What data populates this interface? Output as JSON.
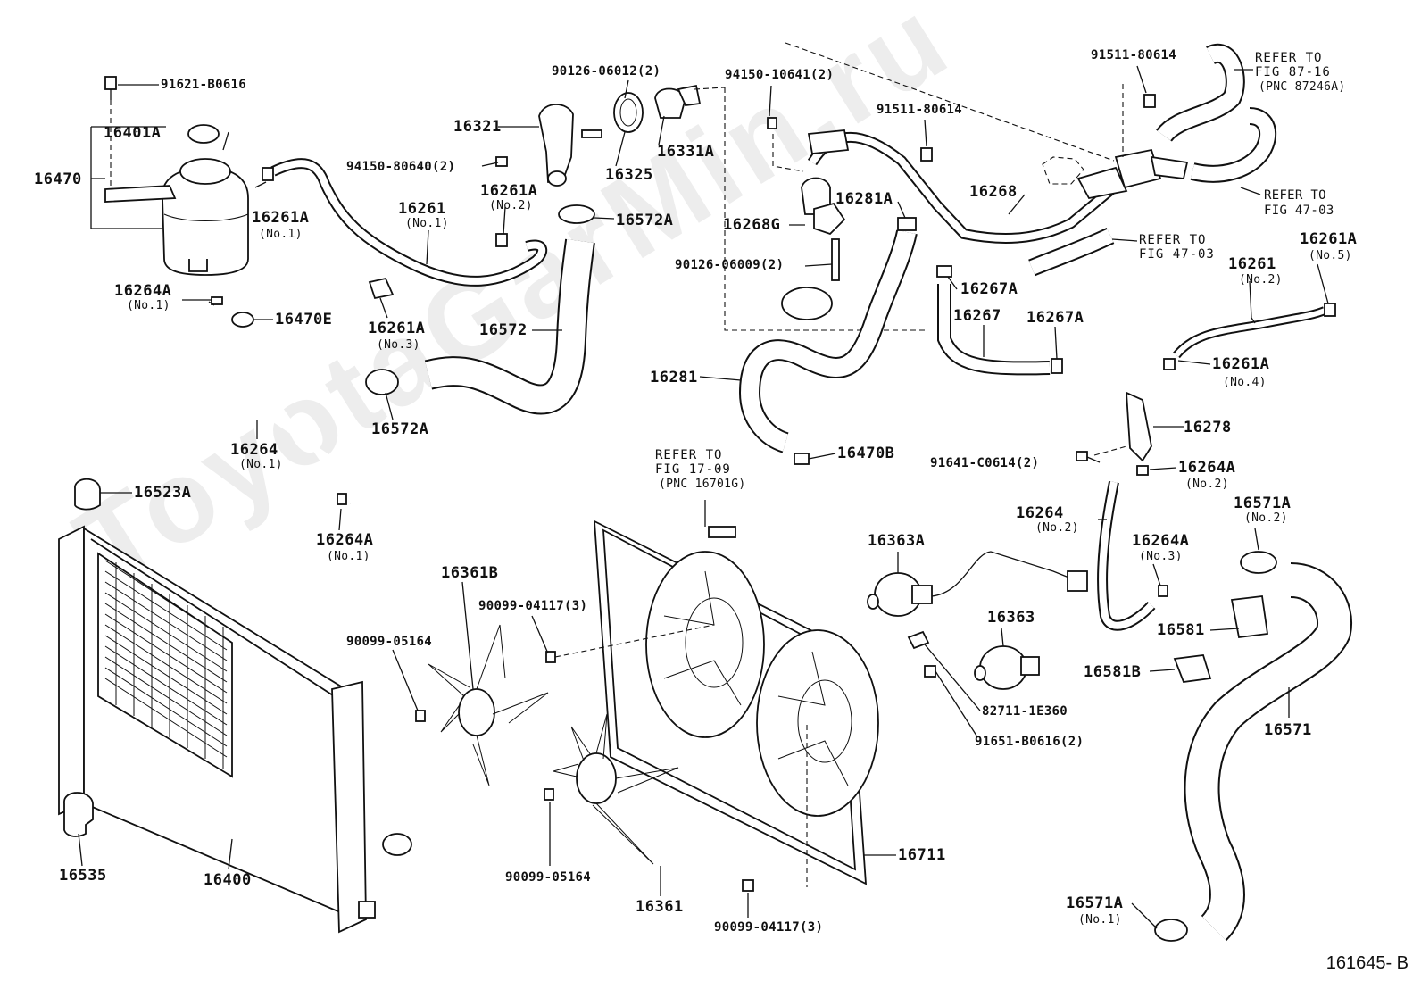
{
  "watermark": "ToyotaGarMin.ru",
  "figure_id": "161645- B",
  "labels": {
    "p91621_b0616": "91621-B0616",
    "p16401a": "16401A",
    "p16470": "16470",
    "p16261a_no1": "16261A",
    "p16261a_no1_sub": "(No.1)",
    "p16264a_no1_top": "16264A",
    "p16264a_no1_top_sub": "(No.1)",
    "p16470e": "16470E",
    "p16264_no1": "16264",
    "p16264_no1_sub": "(No.1)",
    "p16264a_no1_bot": "16264A",
    "p16264a_no1_bot_sub": "(No.1)",
    "p16523a": "16523A",
    "p16535": "16535",
    "p16400": "16400",
    "p16321": "16321",
    "p90126_06012": "90126-06012(2)",
    "p16325": "16325",
    "p16331a": "16331A",
    "p94150_80640": "94150-80640(2)",
    "p16261_no1": "16261",
    "p16261_no1_sub": "(No.1)",
    "p16261a_no2": "16261A",
    "p16261a_no2_sub": "(No.2)",
    "p16572a_top": "16572A",
    "p16261a_no3": "16261A",
    "p16261a_no3_sub": "(No.3)",
    "p16572": "16572",
    "p16572a_bot": "16572A",
    "p94150_10641": "94150-10641(2)",
    "p91511_80614_mid": "91511-80614",
    "p91511_80614_top": "91511-80614",
    "ref_87_16_a": "REFER TO",
    "ref_87_16_b": "FIG 87-16",
    "ref_87_16_c": "(PNC 87246A)",
    "ref_47_03_a_1": "REFER TO",
    "ref_47_03_a_2": "FIG 47-03",
    "ref_47_03_b_1": "REFER TO",
    "ref_47_03_b_2": "FIG 47-03",
    "p16281a": "16281A",
    "p16268": "16268",
    "p16268g": "16268G",
    "p90126_06009": "90126-06009(2)",
    "p16267a_top": "16267A",
    "p16267": "16267",
    "p16267a_bot": "16267A",
    "p16281": "16281",
    "p16470b": "16470B",
    "p16261a_no5": "16261A",
    "p16261a_no5_sub": "(No.5)",
    "p16261_no2": "16261",
    "p16261_no2_sub": "(No.2)",
    "p16261a_no4": "16261A",
    "p16261a_no4_sub": "(No.4)",
    "p16278": "16278",
    "p91641_c0614": "91641-C0614(2)",
    "p16264a_no2": "16264A",
    "p16264a_no2_sub": "(No.2)",
    "p16264_no2": "16264",
    "p16264_no2_sub": "(No.2)",
    "p16571a_no2": "16571A",
    "p16571a_no2_sub": "(No.2)",
    "p16264a_no3": "16264A",
    "p16264a_no3_sub": "(No.3)",
    "p16581": "16581",
    "p16581b": "16581B",
    "p16571": "16571",
    "p16571a_no1": "16571A",
    "p16571a_no1_sub": "(No.1)",
    "ref_17_09_a": "REFER TO",
    "ref_17_09_b": "FIG 17-09",
    "ref_17_09_c": "(PNC 16701G)",
    "p16361b": "16361B",
    "p90099_04117_top": "90099-04117(3)",
    "p90099_05164_left": "90099-05164",
    "p90099_05164_bot": "90099-05164",
    "p16361": "16361",
    "p90099_04117_bot": "90099-04117(3)",
    "p16711": "16711",
    "p16363a": "16363A",
    "p16363": "16363",
    "p82711_1e360": "82711-1E360",
    "p91651_b0616": "91651-B0616(2)"
  }
}
